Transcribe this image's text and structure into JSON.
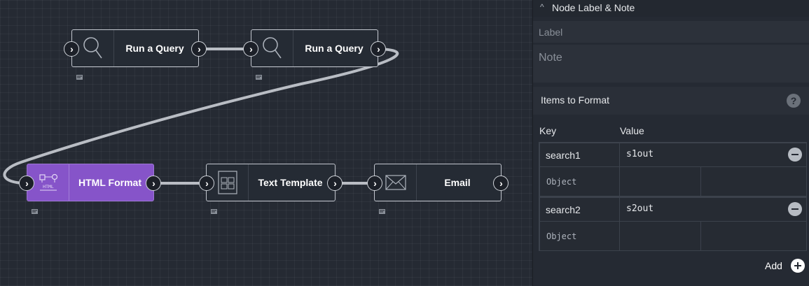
{
  "nodes": {
    "query1": {
      "label": "Run a Query",
      "icon": "search-icon"
    },
    "query2": {
      "label": "Run a Query",
      "icon": "search-icon"
    },
    "html_format": {
      "label": "HTML Format",
      "icon": "html-format-icon"
    },
    "text_template": {
      "label": "Text Template",
      "icon": "template-grid-icon"
    },
    "email": {
      "label": "Email",
      "icon": "envelope-icon"
    }
  },
  "panel": {
    "section_title": "Node Label & Note",
    "label_placeholder": "Label",
    "note_placeholder": "Note",
    "items_title": "Items to Format",
    "help_glyph": "?",
    "key_header": "Key",
    "value_header": "Value",
    "items": [
      {
        "key": "search1",
        "value": "s1out",
        "type": "Object"
      },
      {
        "key": "search2",
        "value": "s2out",
        "type": "Object"
      }
    ],
    "add_label": "Add"
  },
  "colors": {
    "selected_node": "#8654c9",
    "canvas": "#252a33",
    "wire": "#b9bdc4"
  }
}
